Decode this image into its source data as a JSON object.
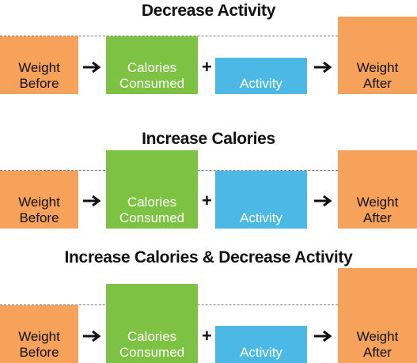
{
  "panels": [
    {
      "title": "Decrease Activity",
      "weight_before": [
        "Weight",
        "Before"
      ],
      "calories": [
        "Calories",
        "Consumed"
      ],
      "plus": "+",
      "activity": "Activity",
      "weight_after": [
        "Weight",
        "After"
      ]
    },
    {
      "title": "Increase Calories",
      "weight_before": [
        "Weight",
        "Before"
      ],
      "calories": [
        "Calories",
        "Consumed"
      ],
      "plus": "+",
      "activity": "Activity",
      "weight_after": [
        "Weight",
        "After"
      ]
    },
    {
      "title": "Increase Calories & Decrease Activity",
      "weight_before": [
        "Weight",
        "Before"
      ],
      "calories": [
        "Calories",
        "Consumed"
      ],
      "plus": "+",
      "activity": "Activity",
      "weight_after": [
        "Weight",
        "After"
      ]
    }
  ],
  "colors": {
    "weight": "#f6a25b",
    "calories": "#7dc242",
    "activity": "#4bb8e6"
  }
}
